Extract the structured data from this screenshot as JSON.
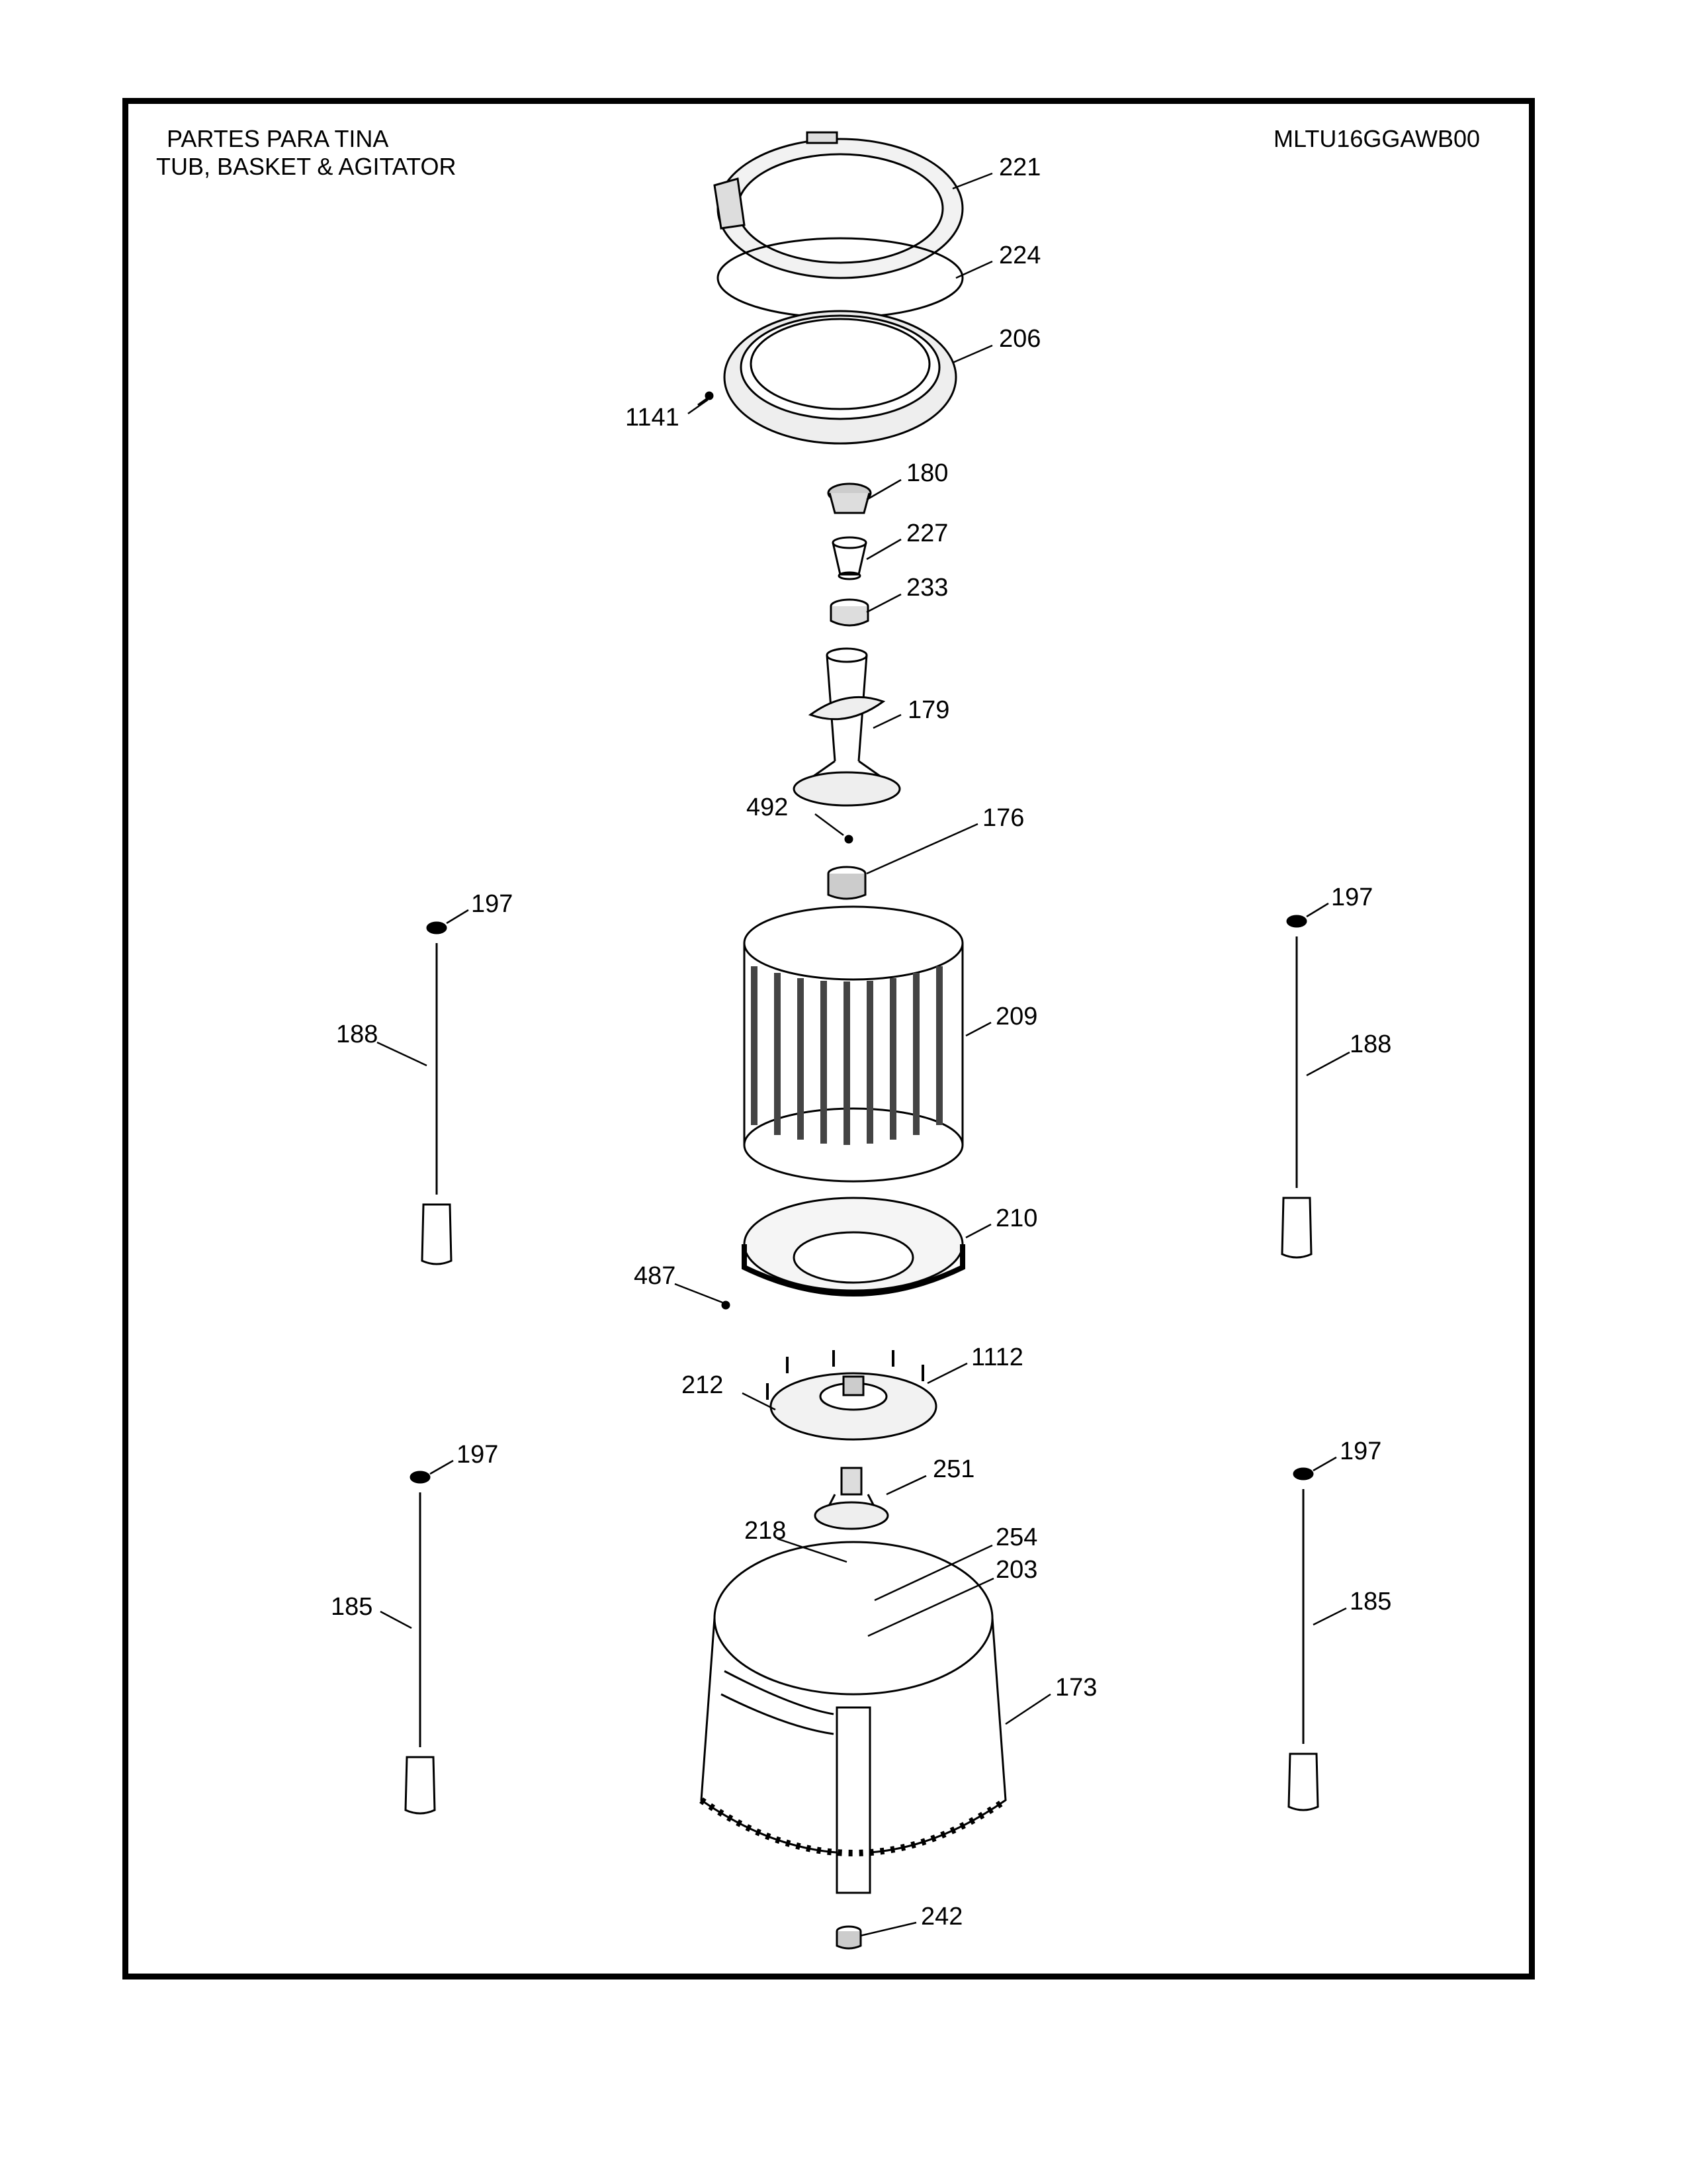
{
  "header": {
    "title_es": "PARTES PARA TINA",
    "title_en": "TUB, BASKET & AGITATOR",
    "model": "MLTU16GGAWB00"
  },
  "callouts": {
    "c221": "221",
    "c224": "224",
    "c206": "206",
    "c1141": "1141",
    "c180": "180",
    "c227": "227",
    "c233": "233",
    "c179": "179",
    "c492": "492",
    "c176": "176",
    "c197a": "197",
    "c197b": "197",
    "c197c": "197",
    "c197d": "197",
    "c188a": "188",
    "c188b": "188",
    "c209": "209",
    "c210": "210",
    "c487": "487",
    "c1112": "1112",
    "c212": "212",
    "c251": "251",
    "c218": "218",
    "c254": "254",
    "c203": "203",
    "c185a": "185",
    "c185b": "185",
    "c173": "173",
    "c242": "242"
  }
}
